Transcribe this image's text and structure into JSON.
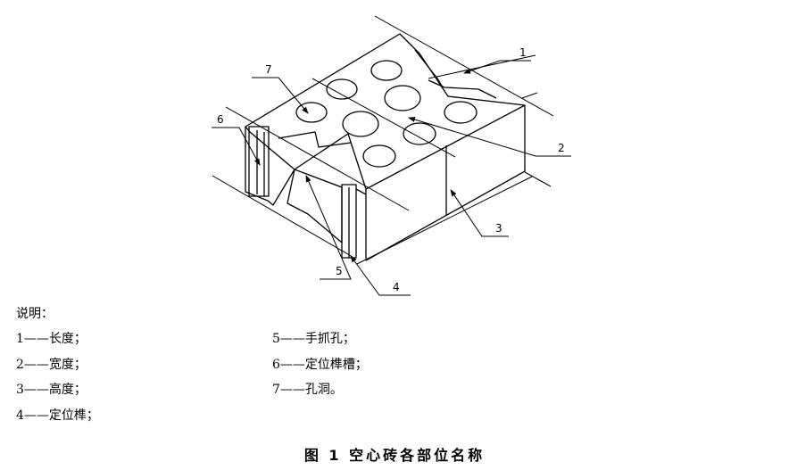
{
  "callouts": [
    "1",
    "2",
    "3",
    "4",
    "5",
    "6",
    "7"
  ],
  "legend": {
    "title": "说明：",
    "items": [
      "1——长度；",
      "2——宽度；",
      "3——高度；",
      "4——定位榫；",
      "5——手抓孔；",
      "6——定位榫槽；",
      "7——孔洞。"
    ]
  },
  "caption": "图 1  空心砖各部位名称"
}
